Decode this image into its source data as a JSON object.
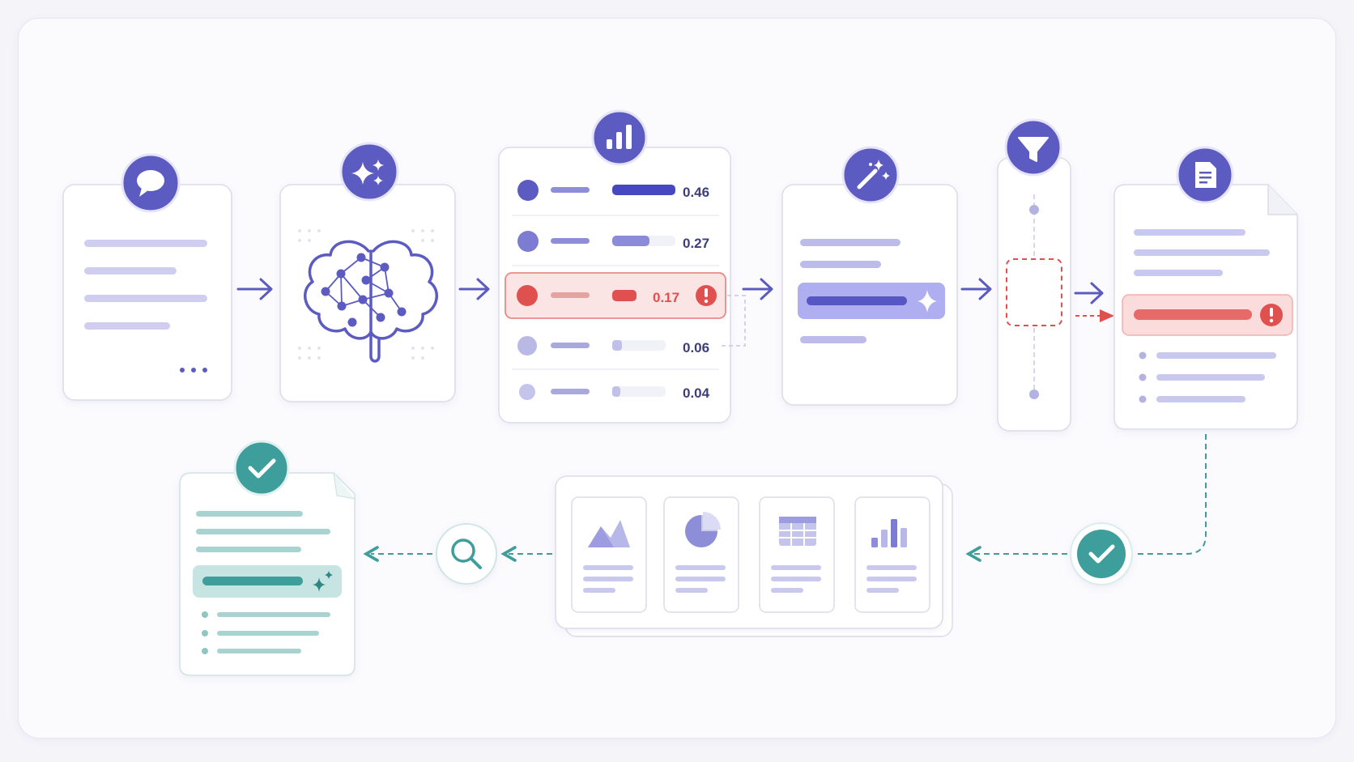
{
  "pipeline": {
    "scores": [
      "0.46",
      "0.27",
      "0.17",
      "0.06",
      "0.04"
    ],
    "flagged_score_index": 2
  },
  "colors": {
    "primary": "#5b5bc1",
    "primary_light": "#c9c8ef",
    "alert": "#e0504e",
    "alert_bg": "#fbe4e4",
    "teal": "#3e9e9b",
    "teal_light": "#bfe0de",
    "card_border": "#dcdcea"
  },
  "icons": [
    "chat-bubble-icon",
    "sparkles-icon",
    "brain-network-icon",
    "bar-chart-icon",
    "alert-icon",
    "magic-wand-icon",
    "filter-icon",
    "document-icon",
    "checkmark-icon",
    "search-icon",
    "mountain-chart-icon",
    "pie-chart-icon",
    "table-icon"
  ]
}
